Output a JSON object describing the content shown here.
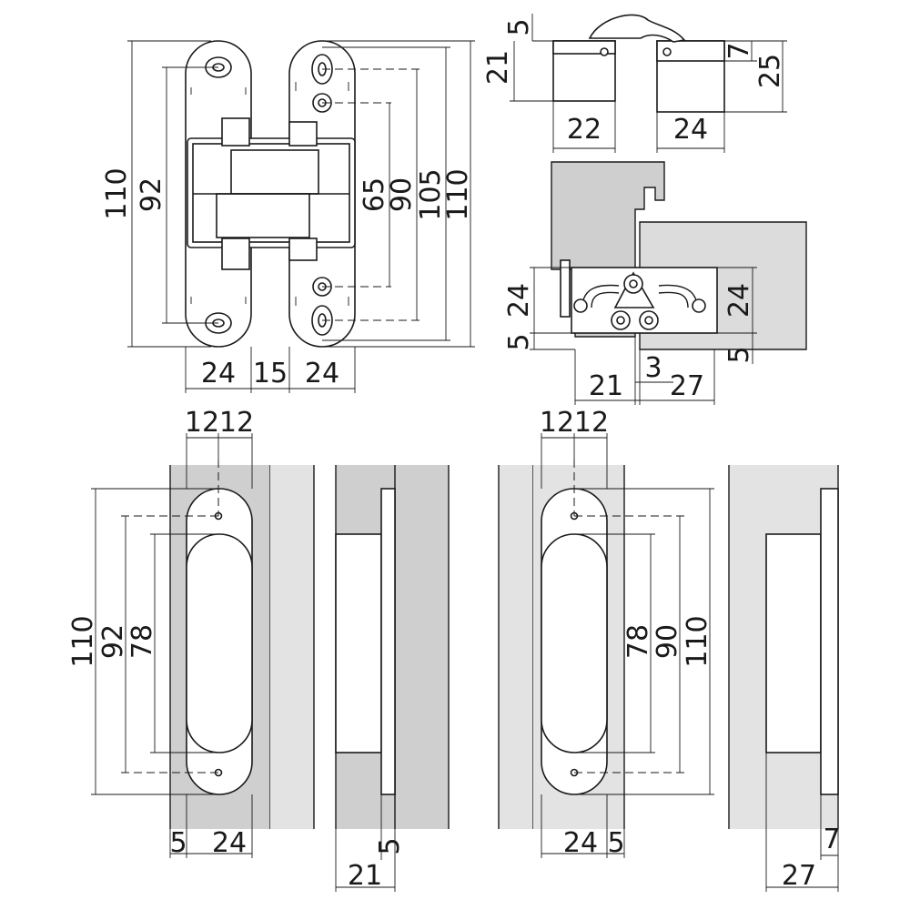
{
  "top_left": {
    "height_left": "110",
    "pitch_left": "92",
    "pitch_inner": "65",
    "pitch_mid": "90",
    "length_right": "105",
    "height_right": "110",
    "width_left": "24",
    "width_gap": "15",
    "width_right": "24"
  },
  "top_right": {
    "offset_top": "5",
    "height_left": "21",
    "offset_right": "7",
    "height_right": "25",
    "width_left": "22",
    "width_right": "24"
  },
  "section": {
    "depth_left": "24",
    "depth_right": "24",
    "gap_left": "5",
    "gap_right": "5",
    "width_left": "21",
    "width_gap": "3",
    "width_right": "27"
  },
  "bottom_left": {
    "top_a": "12",
    "top_b": "12",
    "height_outer": "110",
    "pitch": "92",
    "slot": "78",
    "bottom_margin": "5",
    "bottom_width": "24",
    "side_depth": "21",
    "side_margin": "5"
  },
  "bottom_right": {
    "top_a": "12",
    "top_b": "12",
    "slot": "78",
    "pitch": "90",
    "height_outer": "110",
    "bottom_width": "24",
    "bottom_margin": "5",
    "side_depth": "27",
    "side_margin": "7"
  }
}
